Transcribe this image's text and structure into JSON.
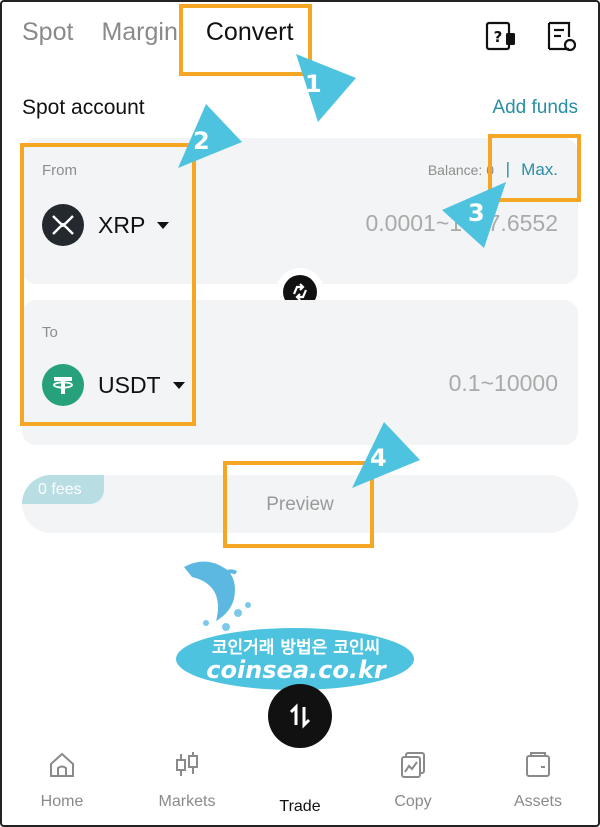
{
  "tabs": [
    {
      "label": "Spot",
      "active": false
    },
    {
      "label": "Margin",
      "active": false
    },
    {
      "label": "Convert",
      "active": true
    }
  ],
  "header_icons": [
    "help-icon",
    "order-history-icon"
  ],
  "account": {
    "title": "Spot account",
    "add_funds": "Add funds"
  },
  "from": {
    "label": "From",
    "balance": "Balance: 0",
    "separator": "|",
    "max": "Max.",
    "coin": "XRP",
    "coin_icon": "xrp-logo-icon",
    "range": "0.0001~1847.6552"
  },
  "to": {
    "label": "To",
    "coin": "USDT",
    "coin_icon": "tether-logo-icon",
    "range": "0.1~10000"
  },
  "swap_icon": "swap-arrows-icon",
  "fees_badge": "0 fees",
  "preview_button": "Preview",
  "annotations": [
    "1",
    "2",
    "3",
    "4"
  ],
  "watermark": {
    "korean": "코인거래 방법은 코인씨",
    "site": "coinsea.co.kr"
  },
  "nav": [
    {
      "label": "Home",
      "icon": "home-icon",
      "active": false
    },
    {
      "label": "Markets",
      "icon": "candlestick-icon",
      "active": false
    },
    {
      "label": "Trade",
      "icon": "trade-arrows-icon",
      "active": true
    },
    {
      "label": "Copy",
      "icon": "copy-trading-icon",
      "active": false
    },
    {
      "label": "Assets",
      "icon": "wallet-icon",
      "active": false
    }
  ],
  "colors": {
    "accent": "#2a8ea5",
    "highlight": "#f5a623",
    "marker": "#4ec3e0",
    "card": "#f3f4f5"
  }
}
